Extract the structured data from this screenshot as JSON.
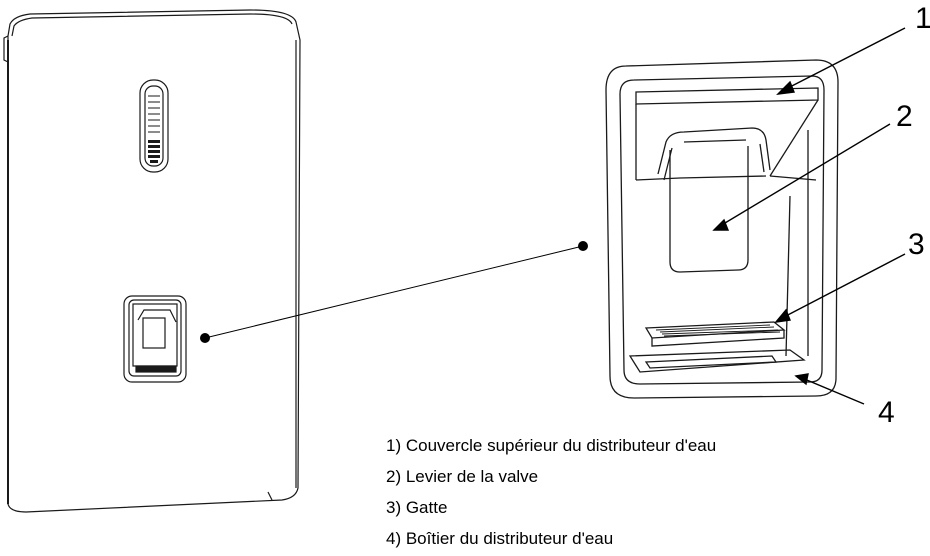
{
  "callouts": [
    "1",
    "2",
    "3",
    "4"
  ],
  "legend": [
    "1) Couvercle supérieur du distributeur d'eau",
    "2) Levier de la valve",
    "3) Gatte",
    "4) Boîtier du distributeur d'eau"
  ],
  "colors": {
    "line": "#000000",
    "outline": "#1a1a1a",
    "panel": "#ffffff"
  }
}
